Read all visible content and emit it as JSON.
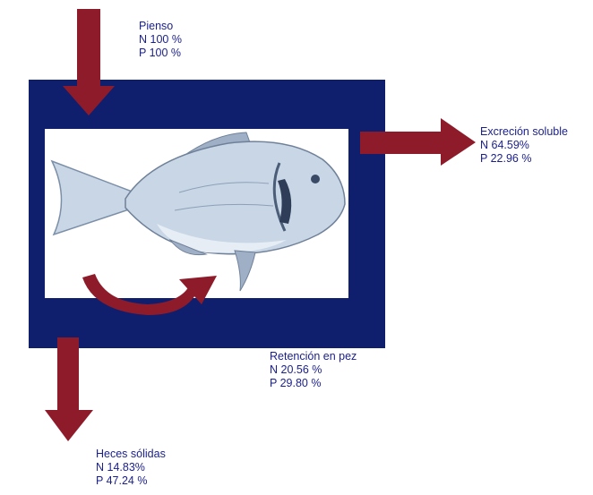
{
  "colors": {
    "frame": "#0f1f6e",
    "arrow": "#8e1b2a",
    "text": "#1a1f8a",
    "fish_body": "#c8d6e6",
    "fish_shade": "#7c8fa8"
  },
  "icons": {
    "fish": "sea-bream-illustration",
    "arrows": "flow-arrow"
  },
  "pienso": {
    "title": "Pienso",
    "n": "N 100 %",
    "p": "P 100 %"
  },
  "excrecion": {
    "title": "Excreción soluble",
    "n": "N 64.59%",
    "p": "P 22.96 %"
  },
  "retencion": {
    "title": "Retención en pez",
    "n": "N 20.56 %",
    "p": "P 29.80 %"
  },
  "heces": {
    "title": "Heces sólidas",
    "n": "N 14.83%",
    "p": "P 47.24 %"
  }
}
